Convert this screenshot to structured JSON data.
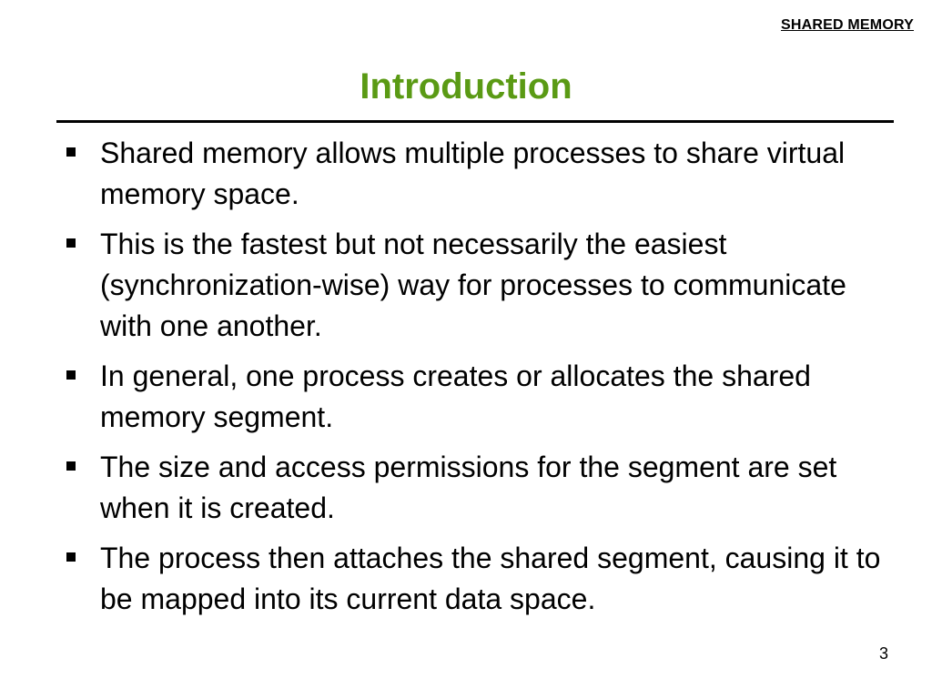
{
  "header": {
    "section_label": "SHARED MEMORY"
  },
  "slide": {
    "title": "Introduction",
    "bullets": [
      "Shared memory allows multiple processes to share virtual memory space.",
      "This is the fastest but not necessarily the easiest (synchronization-wise) way for processes to communicate with one another.",
      "In general, one process creates or allocates the shared memory segment.",
      "The size and access permissions for the segment are set when it is created.",
      "The process then attaches the shared segment, causing it to be mapped into its current data space."
    ],
    "page_number": "3"
  },
  "colors": {
    "title": "#5a9a14",
    "text": "#000000",
    "background": "#ffffff"
  }
}
